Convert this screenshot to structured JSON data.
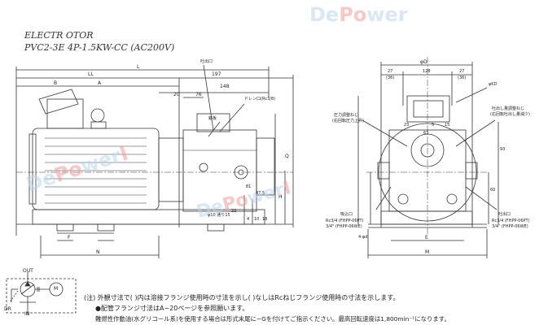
{
  "handwritten": {
    "line1": "ELECTR    OTOR",
    "line2": "PVC2-3E   4P-1.5KW-CC (AC200V)"
  },
  "watermark": {
    "brand_a": "De",
    "brand_b": "Po",
    "brand_c": "wer",
    "brand_d": "I"
  },
  "side_view": {
    "dim_LL": "LL",
    "dim_L": "L",
    "dim_A": "A",
    "dim_B": "B",
    "dim_197": "197",
    "dim_148": "148",
    "dim_76": "76",
    "dim_20": "20",
    "dim_F": "F",
    "dim_N": "N",
    "dim_H": "H",
    "dim_Q": "Q",
    "dim_22": "22",
    "dim_81": "81",
    "dim_475": "47.5",
    "dim_4": "4",
    "dim_10": "10",
    "dim_18": "18",
    "label_outlet": "吐出口",
    "label_drain": "ドレン口(Rc3/8)",
    "label_nameplate": "銘板",
    "label_hole": "φ10 通り15"
  },
  "front_view": {
    "dim_phiD": "φD",
    "dim_27a": "27",
    "dim_36a": "(36)",
    "dim_128": "128",
    "dim_27b": "27",
    "dim_36b": "(36)",
    "dim_phiKD": "φKD",
    "dim_5": "5",
    "dim_23": "23",
    "dim_63": "63",
    "dim_15": "15",
    "dim_93": "93",
    "dim_60": "60",
    "dim_4phi": "4-φd",
    "dim_E": "E",
    "dim_M": "M",
    "label_pressure": "圧力調整ねじ",
    "label_pressure_sub": "(右回転圧力上昇)",
    "label_flow": "吐出し量調整ねじ",
    "label_flow_sub": "(右回転吐出し量減少)",
    "label_suction": "吸込口",
    "label_suction_rc": "Rc3/4 (FHPP-06PT)",
    "label_suction_flange": "3/4\" (FHPP-06WE)",
    "label_discharge": "吐出口",
    "label_discharge_rc": "Rc3/4 (FHPP-06PT)",
    "label_discharge_flange": "3/4\" (FHPP-06WE)"
  },
  "hydraulic_symbol": {
    "out": "OUT",
    "in": "IN",
    "dr": "DR",
    "motor": "M"
  },
  "notes": {
    "line1": "(注) 外観寸法で(  )内は溶接フランジ使用時の寸法を示し(  )なしはRcねじフランジ使用時の寸法を示します。",
    "line2": "●配管フランジ寸法はA−20ページを参照願います。",
    "line3": "難燃性作動油(水グリコール系)を使用する場合は形式末尾に−Gを付けてご指示ください。最高回転速度は1,800min⁻¹になります。"
  }
}
